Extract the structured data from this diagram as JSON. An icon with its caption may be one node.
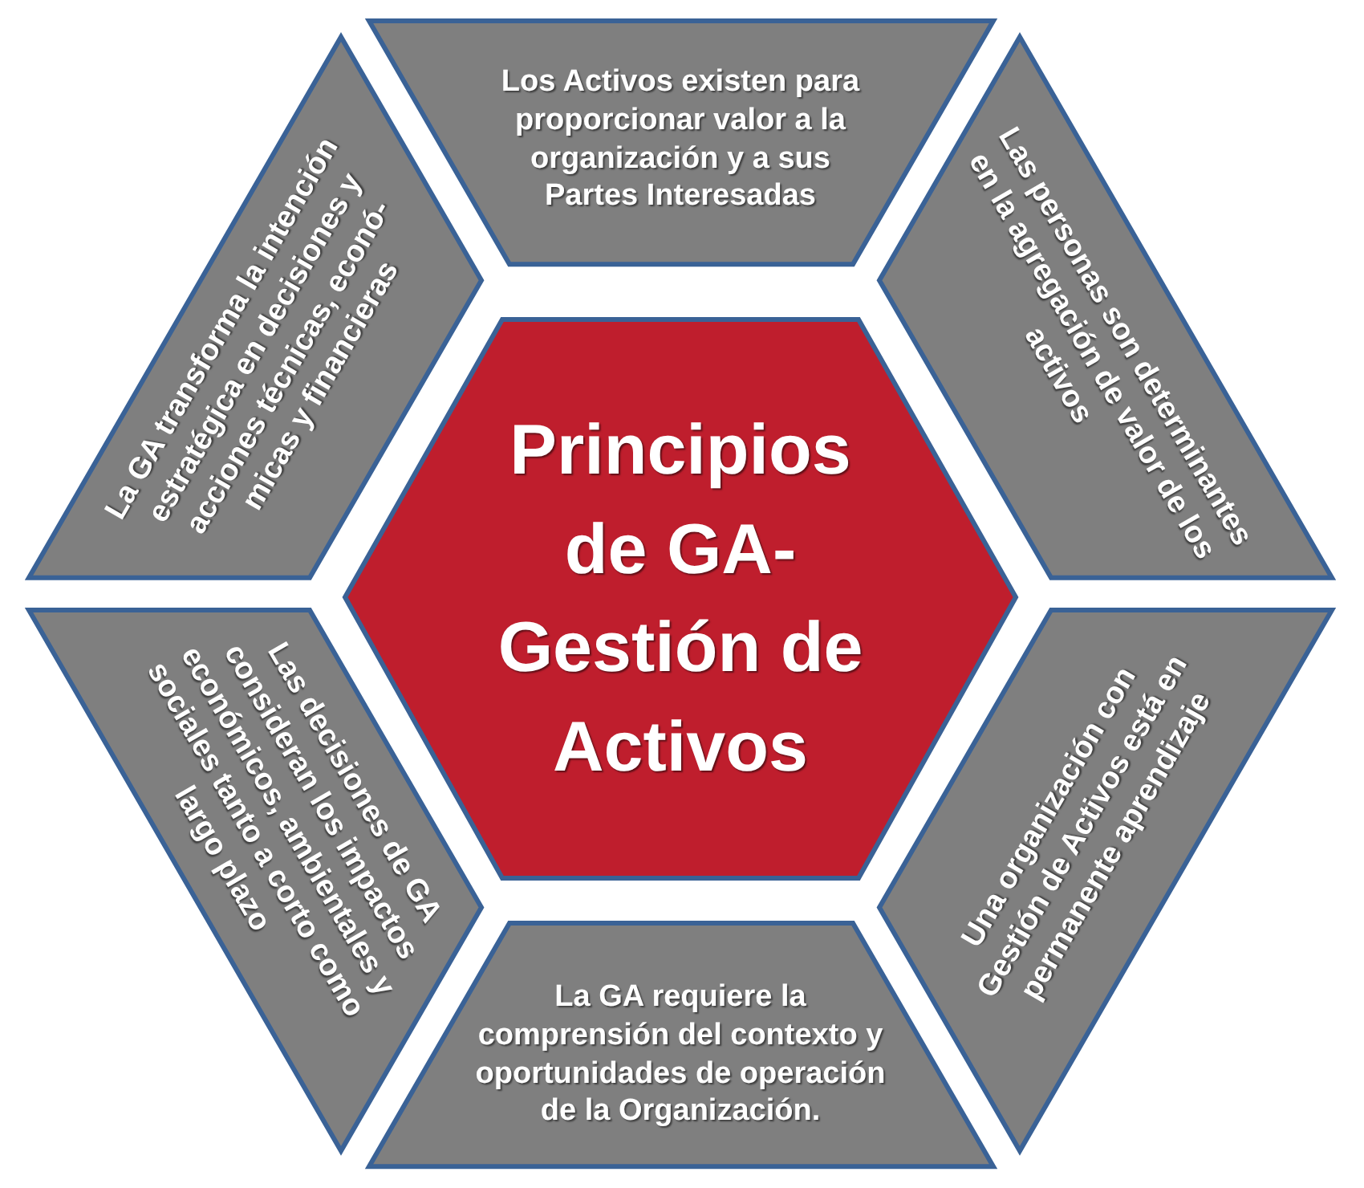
{
  "diagram": {
    "nodes": [
      {
        "text": [
          "Principios de GA- Gestión de Activos"
        ]
      },
      {
        "text": [
          "Los Activos existen para proporcionar valor a la organización y a sus Partes Interesadas"
        ]
      },
      {
        "text": [
          "Las personas son determinantes en la agregación de valor de los activos"
        ]
      },
      {
        "text": [
          "Una organización con Gestión de Activos está en permanente aprendizaje"
        ]
      },
      {
        "text": [
          "La GA requiere la comprensión del contexto y oportunidades de operación de la Organización."
        ]
      },
      {
        "text": [
          "Las decisiones de GA consideran los impactos económicos, ambientales y sociales tanto a corto como largo plazo"
        ]
      },
      {
        "text": [
          "La GA transforma la intención estratégica en decisiones y acciones técnicas, econó- micas y financieras"
        ]
      }
    ]
  }
}
